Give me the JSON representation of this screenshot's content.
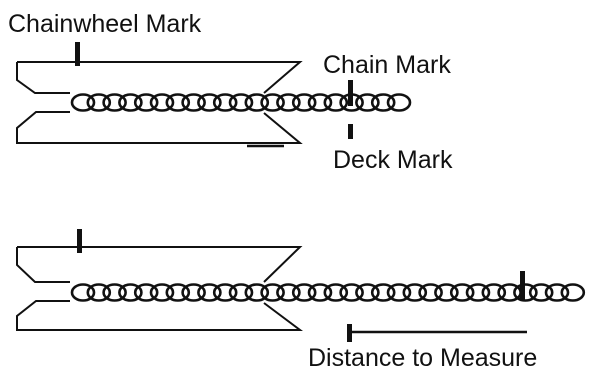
{
  "labels": {
    "chainwheel_mark": "Chainwheel Mark",
    "chain_mark": "Chain Mark",
    "deck_mark": "Deck Mark",
    "distance_to_measure": "Distance to Measure"
  },
  "colors": {
    "ink": "#111111",
    "background": "#ffffff"
  }
}
